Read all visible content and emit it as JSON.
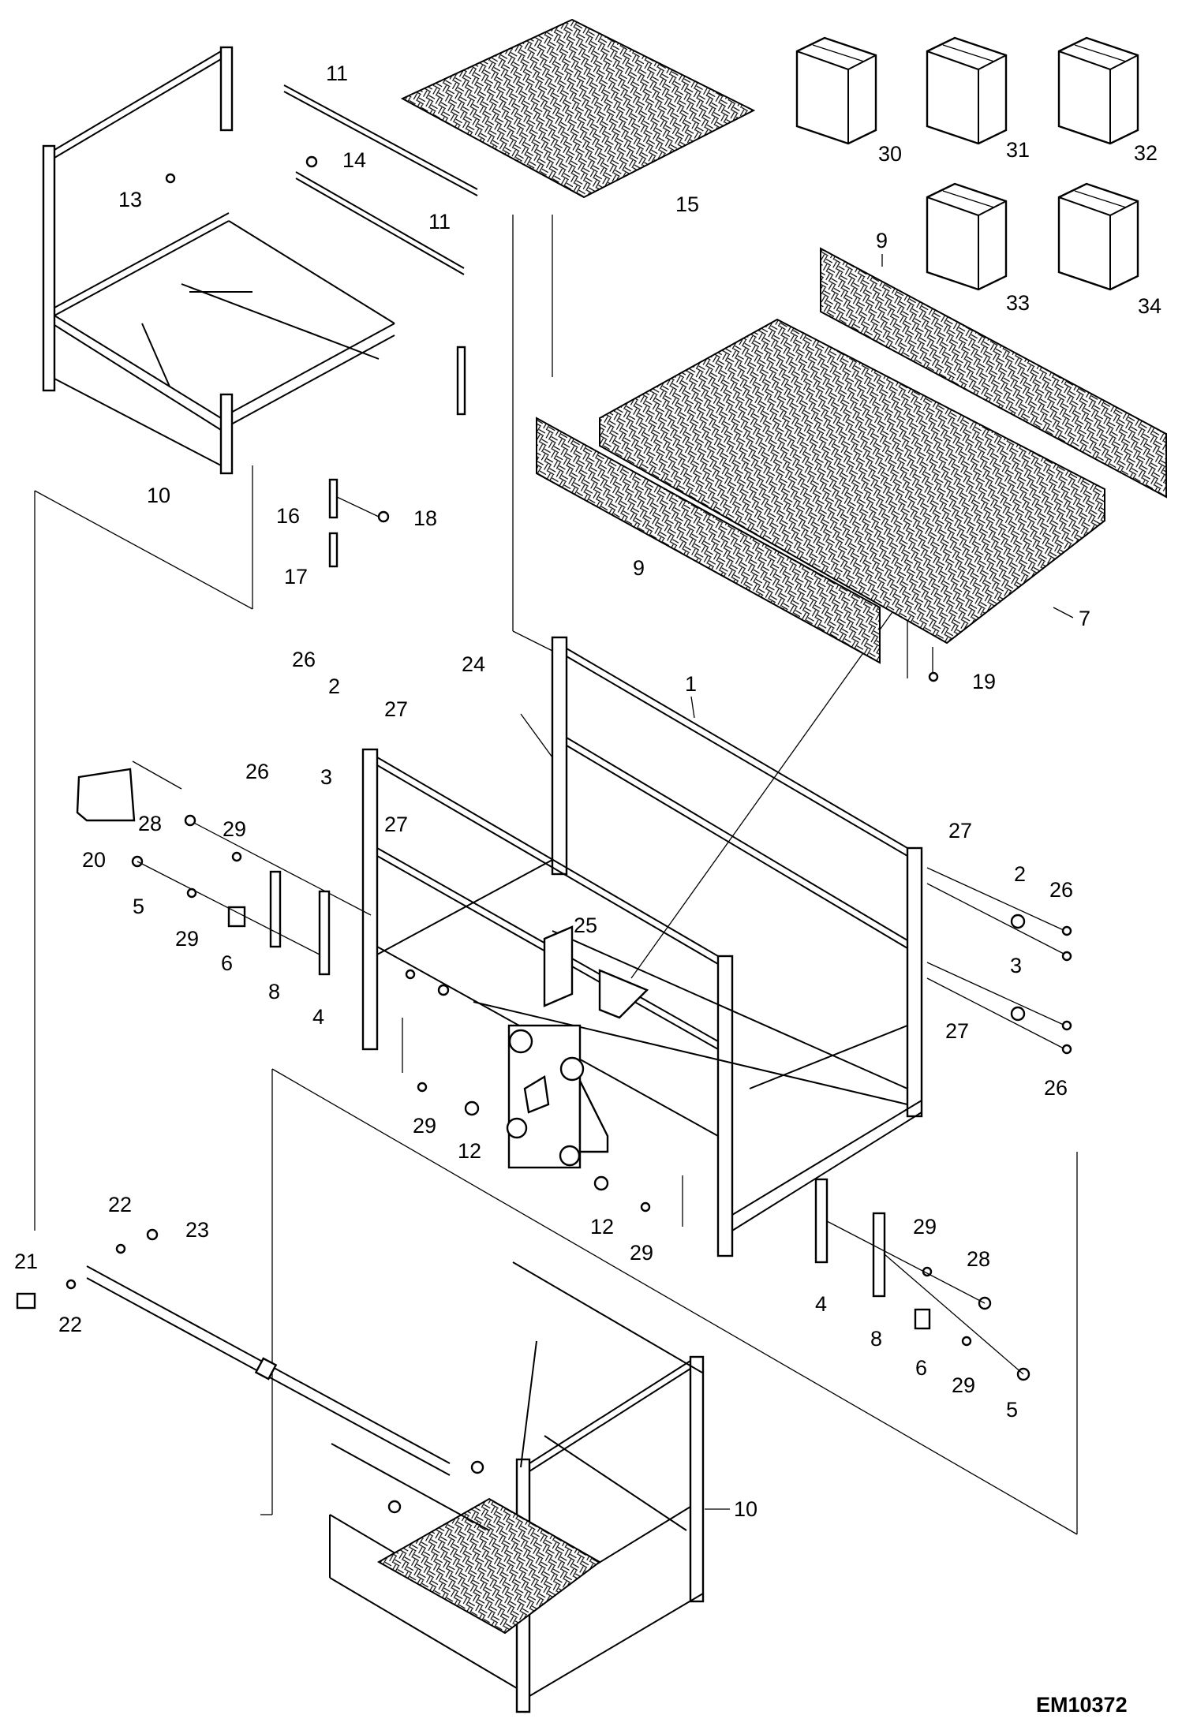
{
  "drawing_code": "EM10372",
  "callouts": [
    "1",
    "2",
    "2",
    "3",
    "3",
    "4",
    "4",
    "5",
    "5",
    "6",
    "6",
    "7",
    "8",
    "8",
    "9",
    "9",
    "10",
    "10",
    "11",
    "11",
    "12",
    "12",
    "13",
    "14",
    "15",
    "16",
    "17",
    "18",
    "19",
    "20",
    "21",
    "22",
    "22",
    "23",
    "24",
    "25",
    "26",
    "26",
    "26",
    "26",
    "27",
    "27",
    "27",
    "27",
    "28",
    "28",
    "29",
    "29",
    "29",
    "29",
    "29",
    "29",
    "30",
    "31",
    "32",
    "33",
    "34"
  ]
}
